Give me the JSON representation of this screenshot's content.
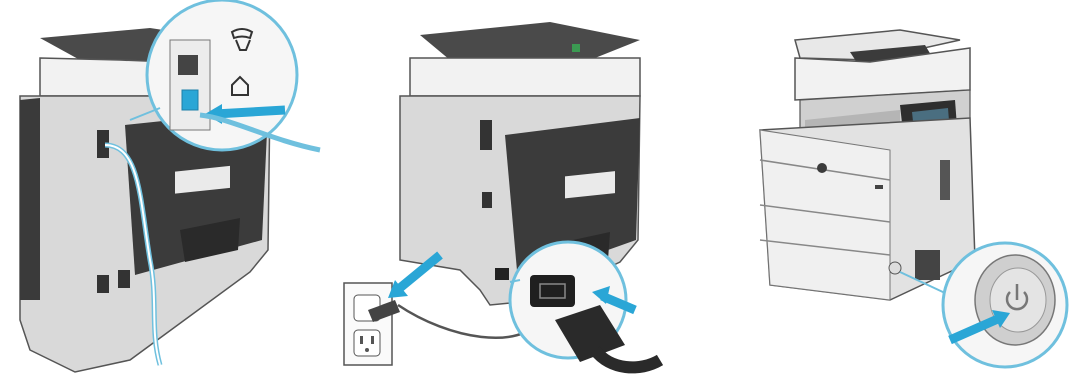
{
  "figure": {
    "panels": [
      {
        "id": "connect-fax-line",
        "icons": [
          "telephone-line-icon",
          "arrow-icon"
        ]
      },
      {
        "id": "connect-power-cord",
        "icons": [
          "power-outlet-icon",
          "arrow-icon"
        ]
      },
      {
        "id": "press-power-button",
        "icons": [
          "power-symbol-icon",
          "arrow-icon"
        ]
      }
    ],
    "colors": {
      "accent": "#2aa6d6",
      "callout_stroke": "#6fc0de",
      "printer_dark": "#3b3b3b",
      "printer_mid": "#9a9a9a",
      "printer_light": "#e6e6e6"
    }
  }
}
